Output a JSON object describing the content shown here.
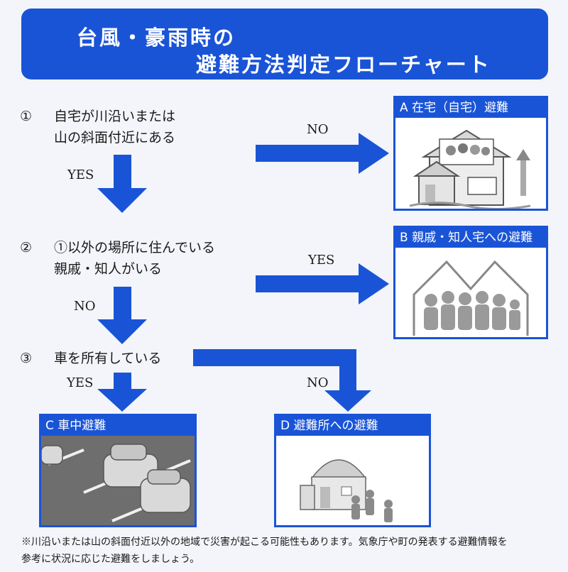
{
  "header": {
    "title_line1": "台風・豪雨時の",
    "title_line2": "避難方法判定フローチャート"
  },
  "questions": [
    {
      "num": "①",
      "line1": "自宅が川沿いまたは",
      "line2": "山の斜面付近にある"
    },
    {
      "num": "②",
      "line1": "①以外の場所に住んでいる",
      "line2": "親戚・知人がいる"
    },
    {
      "num": "③",
      "line1": "車を所有している"
    }
  ],
  "labels": {
    "q1_no": "NO",
    "q1_yes": "YES",
    "q2_yes": "YES",
    "q2_no": "NO",
    "q3_yes": "YES",
    "q3_no": "NO"
  },
  "outcomes": {
    "a": "A 在宅（自宅）避難",
    "b": "B 親戚・知人宅への避難",
    "c": "C 車中避難",
    "d": "D 避難所への避難"
  },
  "note": {
    "line1": "※川沿いまたは山の斜面付近以外の地域で災害が起こる可能性もあります。気象庁や町の発表する避難情報を",
    "line2": "参考に状況に応じた避難をしましょう。"
  },
  "colors": {
    "accent": "#1a54d6",
    "background": "#f3f5fa"
  }
}
